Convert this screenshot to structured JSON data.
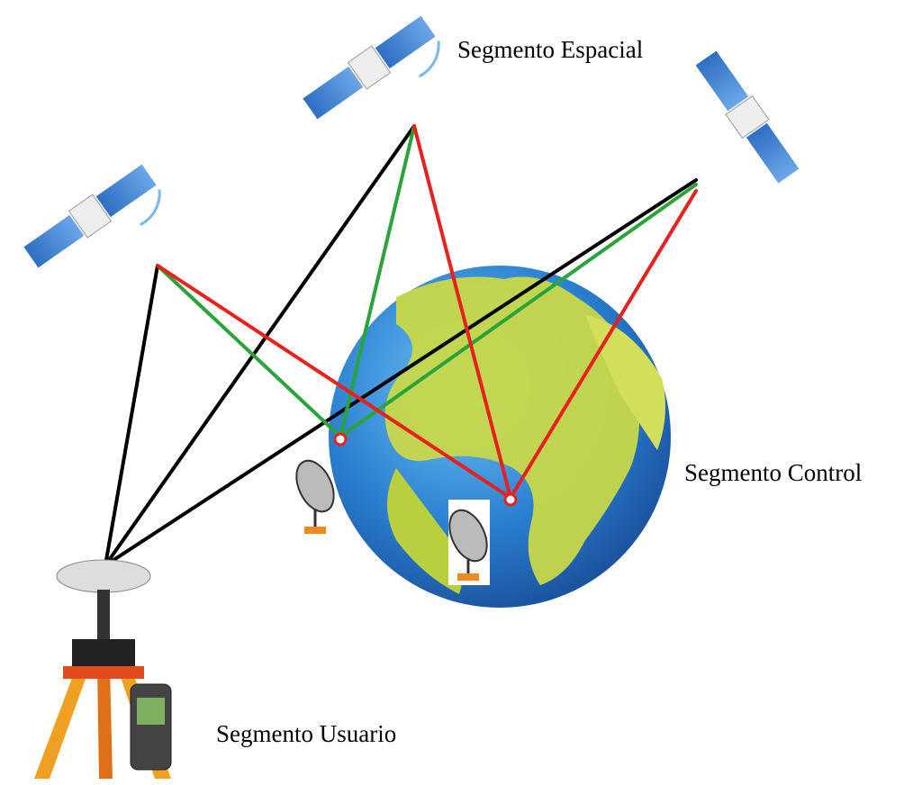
{
  "labels": {
    "space_segment": "Segmento Espacial",
    "control_segment": "Segmento Control",
    "user_segment": "Segmento Usuario"
  },
  "colors": {
    "user_link": "#000000",
    "control_link_a": "#2aa43a",
    "control_link_b": "#e8201e",
    "ocean": "#2a7fd0",
    "land": "#c8d84a"
  }
}
